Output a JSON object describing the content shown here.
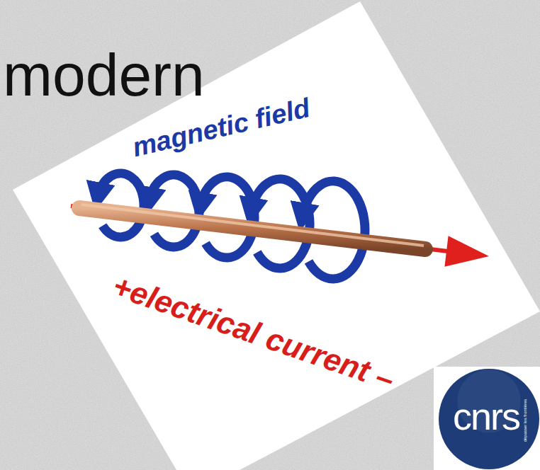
{
  "diagram": {
    "nodes": [
      {
        "text": [
          "cnrs",
          "dépasser les frontières"
        ]
      }
    ],
    "labels": [
      "modern",
      "magnetic field",
      "+electrical current –"
    ]
  }
}
